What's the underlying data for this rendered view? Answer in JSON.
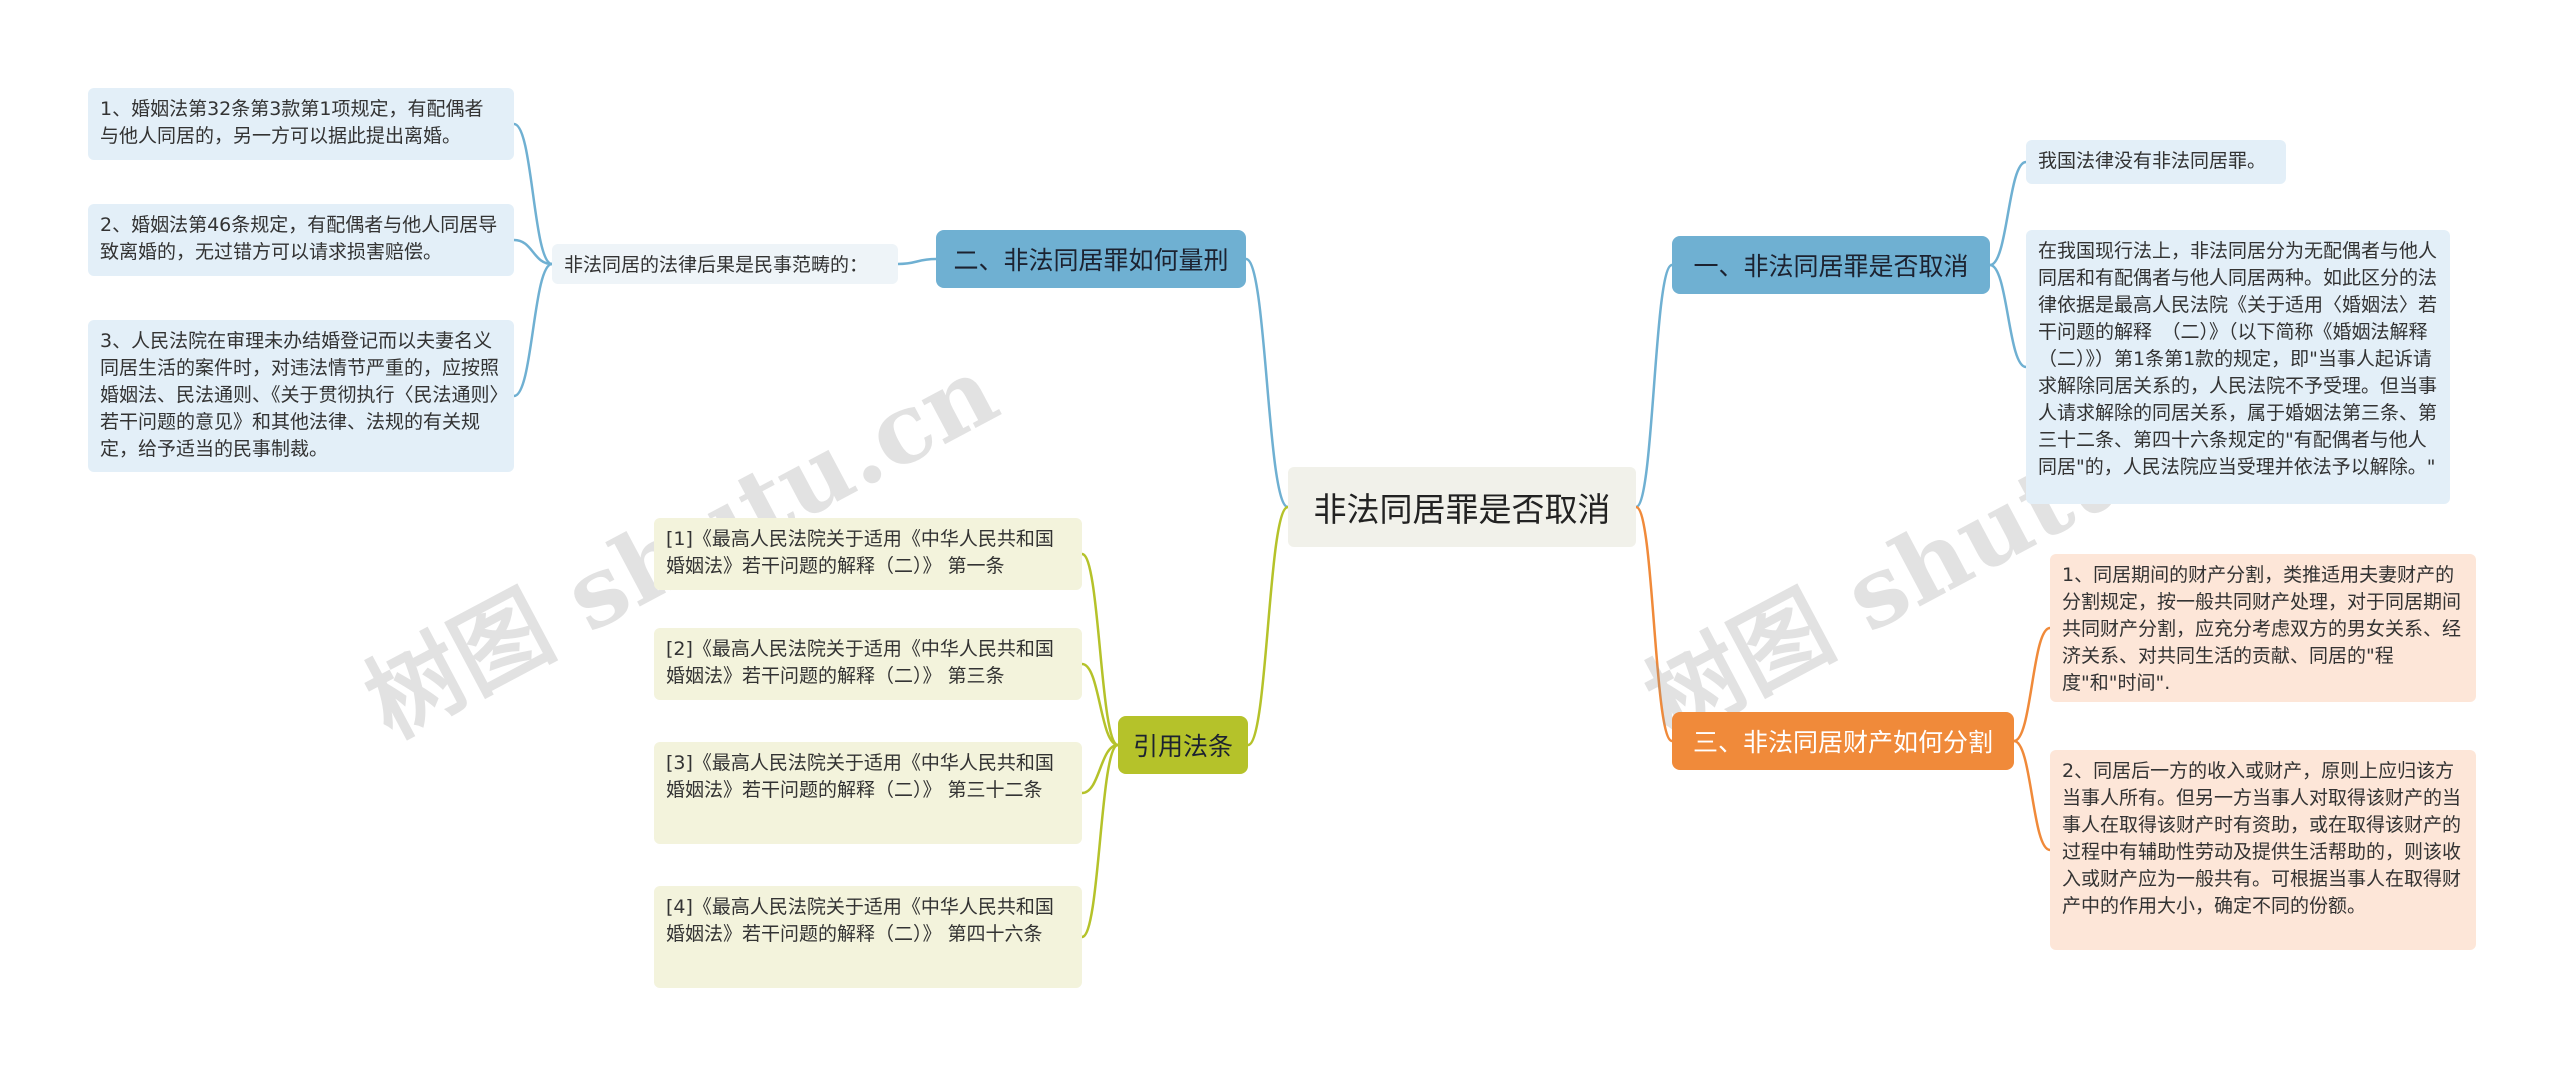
{
  "root": "非法同居罪是否取消",
  "branches": {
    "b1": "一、非法同居罪是否取消",
    "b2": "二、非法同居罪如何量刑",
    "b3": "三、非法同居财产如何分割",
    "b4": "引用法条"
  },
  "b1_items": [
    "我国法律没有非法同居罪。",
    "在我国现行法上，非法同居分为无配偶者与他人同居和有配偶者与他人同居两种。如此区分的法律依据是最高人民法院《关于适用〈婚姻法〉若干问题的解释　（二）》（以下简称《婚姻法解释（二）》）第1条第1款的规定，即\"当事人起诉请求解除同居关系的，人民法院不予受理。但当事人请求解除的同居关系，属于婚姻法第三条、第三十二条、第四十六条规定的\"有配偶者与他人同居\"的，人民法院应当受理并依法予以解除。\""
  ],
  "b2_sub": "非法同居的法律后果是民事范畴的：",
  "b2_items": [
    "1、婚姻法第32条第3款第1项规定，有配偶者与他人同居的，另一方可以据此提出离婚。",
    "2、婚姻法第46条规定，有配偶者与他人同居导致离婚的，无过错方可以请求损害赔偿。",
    "3、人民法院在审理未办结婚登记而以夫妻名义同居生活的案件时，对违法情节严重的，应按照婚姻法、民法通则、《关于贯彻执行〈民法通则〉若干问题的意见》和其他法律、法规的有关规定，给予适当的民事制裁。"
  ],
  "b3_items": [
    "1、同居期间的财产分割，类推适用夫妻财产的分割规定，按一般共同财产处理，对于同居期间共同财产分割，应充分考虑双方的男女关系、经济关系、对共同生活的贡献、同居的\"程度\"和\"时间\".",
    "2、同居后一方的收入或财产，原则上应归该方当事人所有。但另一方当事人对取得该财产的当事人在取得该财产时有资助，或在取得该财产的过程中有辅助性劳动及提供生活帮助的，则该收入或财产应为一般共有。可根据当事人在取得财产中的作用大小，确定不同的份额。"
  ],
  "b4_items": [
    "[1]《最高人民法院关于适用《中华人民共和国婚姻法》若干问题的解释（二）》 第一条",
    "[2]《最高人民法院关于适用《中华人民共和国婚姻法》若干问题的解释（二）》 第三条",
    "[3]《最高人民法院关于适用《中华人民共和国婚姻法》若干问题的解释（二）》 第三十二条",
    "[4]《最高人民法院关于适用《中华人民共和国婚姻法》若干问题的解释（二）》 第四十六条"
  ],
  "watermark": "树图 shutu.cn",
  "colors": {
    "blue_line": "#6fb0d2",
    "orange_line": "#f08a3a",
    "olive_line": "#b5c22a"
  }
}
